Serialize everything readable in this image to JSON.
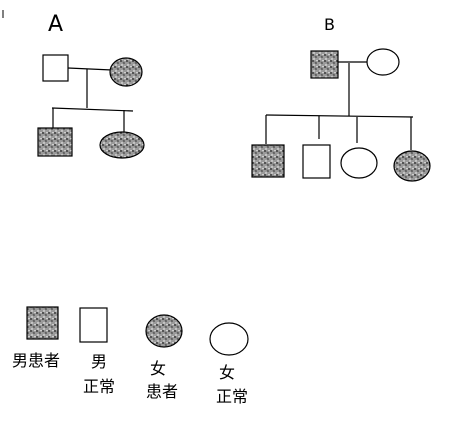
{
  "pedigrees": {
    "a": {
      "label": "A"
    },
    "b": {
      "label": "B"
    }
  },
  "legend": {
    "male_affected": "男患者",
    "male_normal_line1": "男",
    "male_normal_line2": "正常",
    "female_affected_line1": "女",
    "female_affected_line2": "患者",
    "female_normal_line1": "女",
    "female_normal_line2": "正常"
  }
}
